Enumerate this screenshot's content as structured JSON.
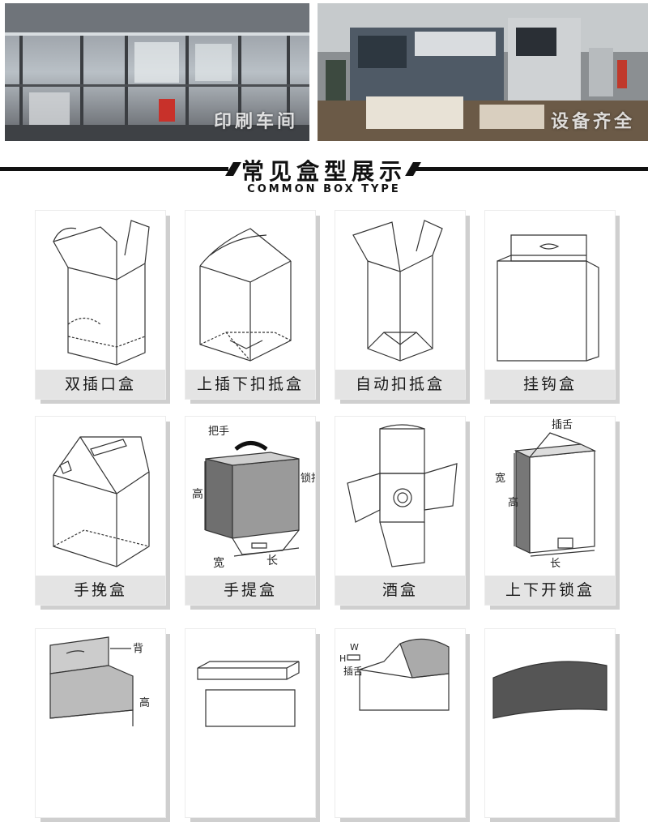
{
  "photos": [
    {
      "caption": "印刷车间",
      "icon": "workshop-photo"
    },
    {
      "caption": "设备齐全",
      "icon": "equipment-photo"
    }
  ],
  "section": {
    "title_cn": "常见盒型展示",
    "title_en": "COMMON BOX TYPE"
  },
  "box_types": [
    {
      "label": "双插口盒",
      "icon": "double-tuck-box-icon"
    },
    {
      "label": "上插下扣抵盒",
      "icon": "top-tuck-lock-bottom-box-icon"
    },
    {
      "label": "自动扣抵盒",
      "icon": "auto-lock-bottom-box-icon"
    },
    {
      "label": "挂钩盒",
      "icon": "hang-tab-box-icon"
    },
    {
      "label": "手挽盒",
      "icon": "handle-cutout-box-icon"
    },
    {
      "label": "手提盒",
      "icon": "carry-handle-box-icon"
    },
    {
      "label": "酒盒",
      "icon": "wine-box-icon"
    },
    {
      "label": "上下开锁盒",
      "icon": "top-bottom-lock-box-icon"
    }
  ],
  "annotations": {
    "handle": "把手",
    "buckle": "锁扣",
    "height": "高",
    "width": "宽",
    "length": "长",
    "tuck_tongue": "插舌",
    "back": "背",
    "high_short": "高",
    "w": "W",
    "h": "H"
  }
}
